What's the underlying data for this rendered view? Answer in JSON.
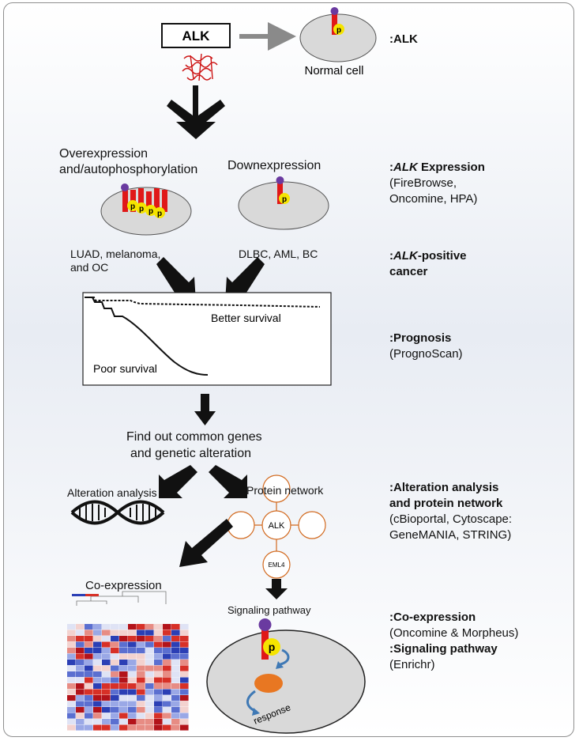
{
  "top": {
    "gene_box": "ALK",
    "normal_cell_label": "Normal cell"
  },
  "expression": {
    "over_line1": "Overexpression",
    "over_line2": "and/autophosphorylation",
    "down_label": "Downexpression",
    "over_cancers_line1": "LUAD, melanoma,",
    "over_cancers_line2": "and OC",
    "down_cancers": "DLBC, AML, BC"
  },
  "survival": {
    "better": "Better survival",
    "poor": "Poor survival"
  },
  "common": {
    "line1": "Find out common genes",
    "line2": "and genetic alteration"
  },
  "analysis": {
    "alteration": "Alteration analysis",
    "protein_network": "Protein network",
    "center_node": "ALK",
    "bottom_node": "EML4"
  },
  "coexpression": {
    "title": "Co-expression"
  },
  "signaling": {
    "title": "Signaling pathway",
    "response": "response"
  },
  "phospho_label": "p",
  "right_column": {
    "alk": ":ALK",
    "expression_title_prefix": ":",
    "expression_title_gene": "ALK",
    "expression_title_suffix": " Expression",
    "expression_sub_line1": "(FireBrowse,",
    "expression_sub_line2": "Oncomine, HPA)",
    "positive_prefix": ":",
    "positive_gene": "ALK",
    "positive_suffix": "-positive",
    "positive_line2": "cancer",
    "prognosis_title": ":Prognosis",
    "prognosis_sub": "(PrognoScan)",
    "alteration_title_line1": ":Alteration analysis",
    "alteration_title_line2": "and protein network",
    "alteration_sub_line1": "(cBioportal, Cytoscape:",
    "alteration_sub_line2": "GeneMANIA, STRING)",
    "coexp_title": ":Co-expression",
    "coexp_sub": "(Oncomine & Morpheus)",
    "signaling_title": ":Signaling pathway",
    "signaling_sub": "(Enrichr)"
  },
  "colors": {
    "receptor_red": "#e01818",
    "phospho_yellow": "#f5e400",
    "ligand_purple": "#6a3aa0",
    "cell_gray": "#d8d8d8",
    "network_orange": "#d2691e",
    "nucleus_orange": "#e87722",
    "heatmap_red": "#d73027",
    "heatmap_blue": "#2b3fb5"
  }
}
